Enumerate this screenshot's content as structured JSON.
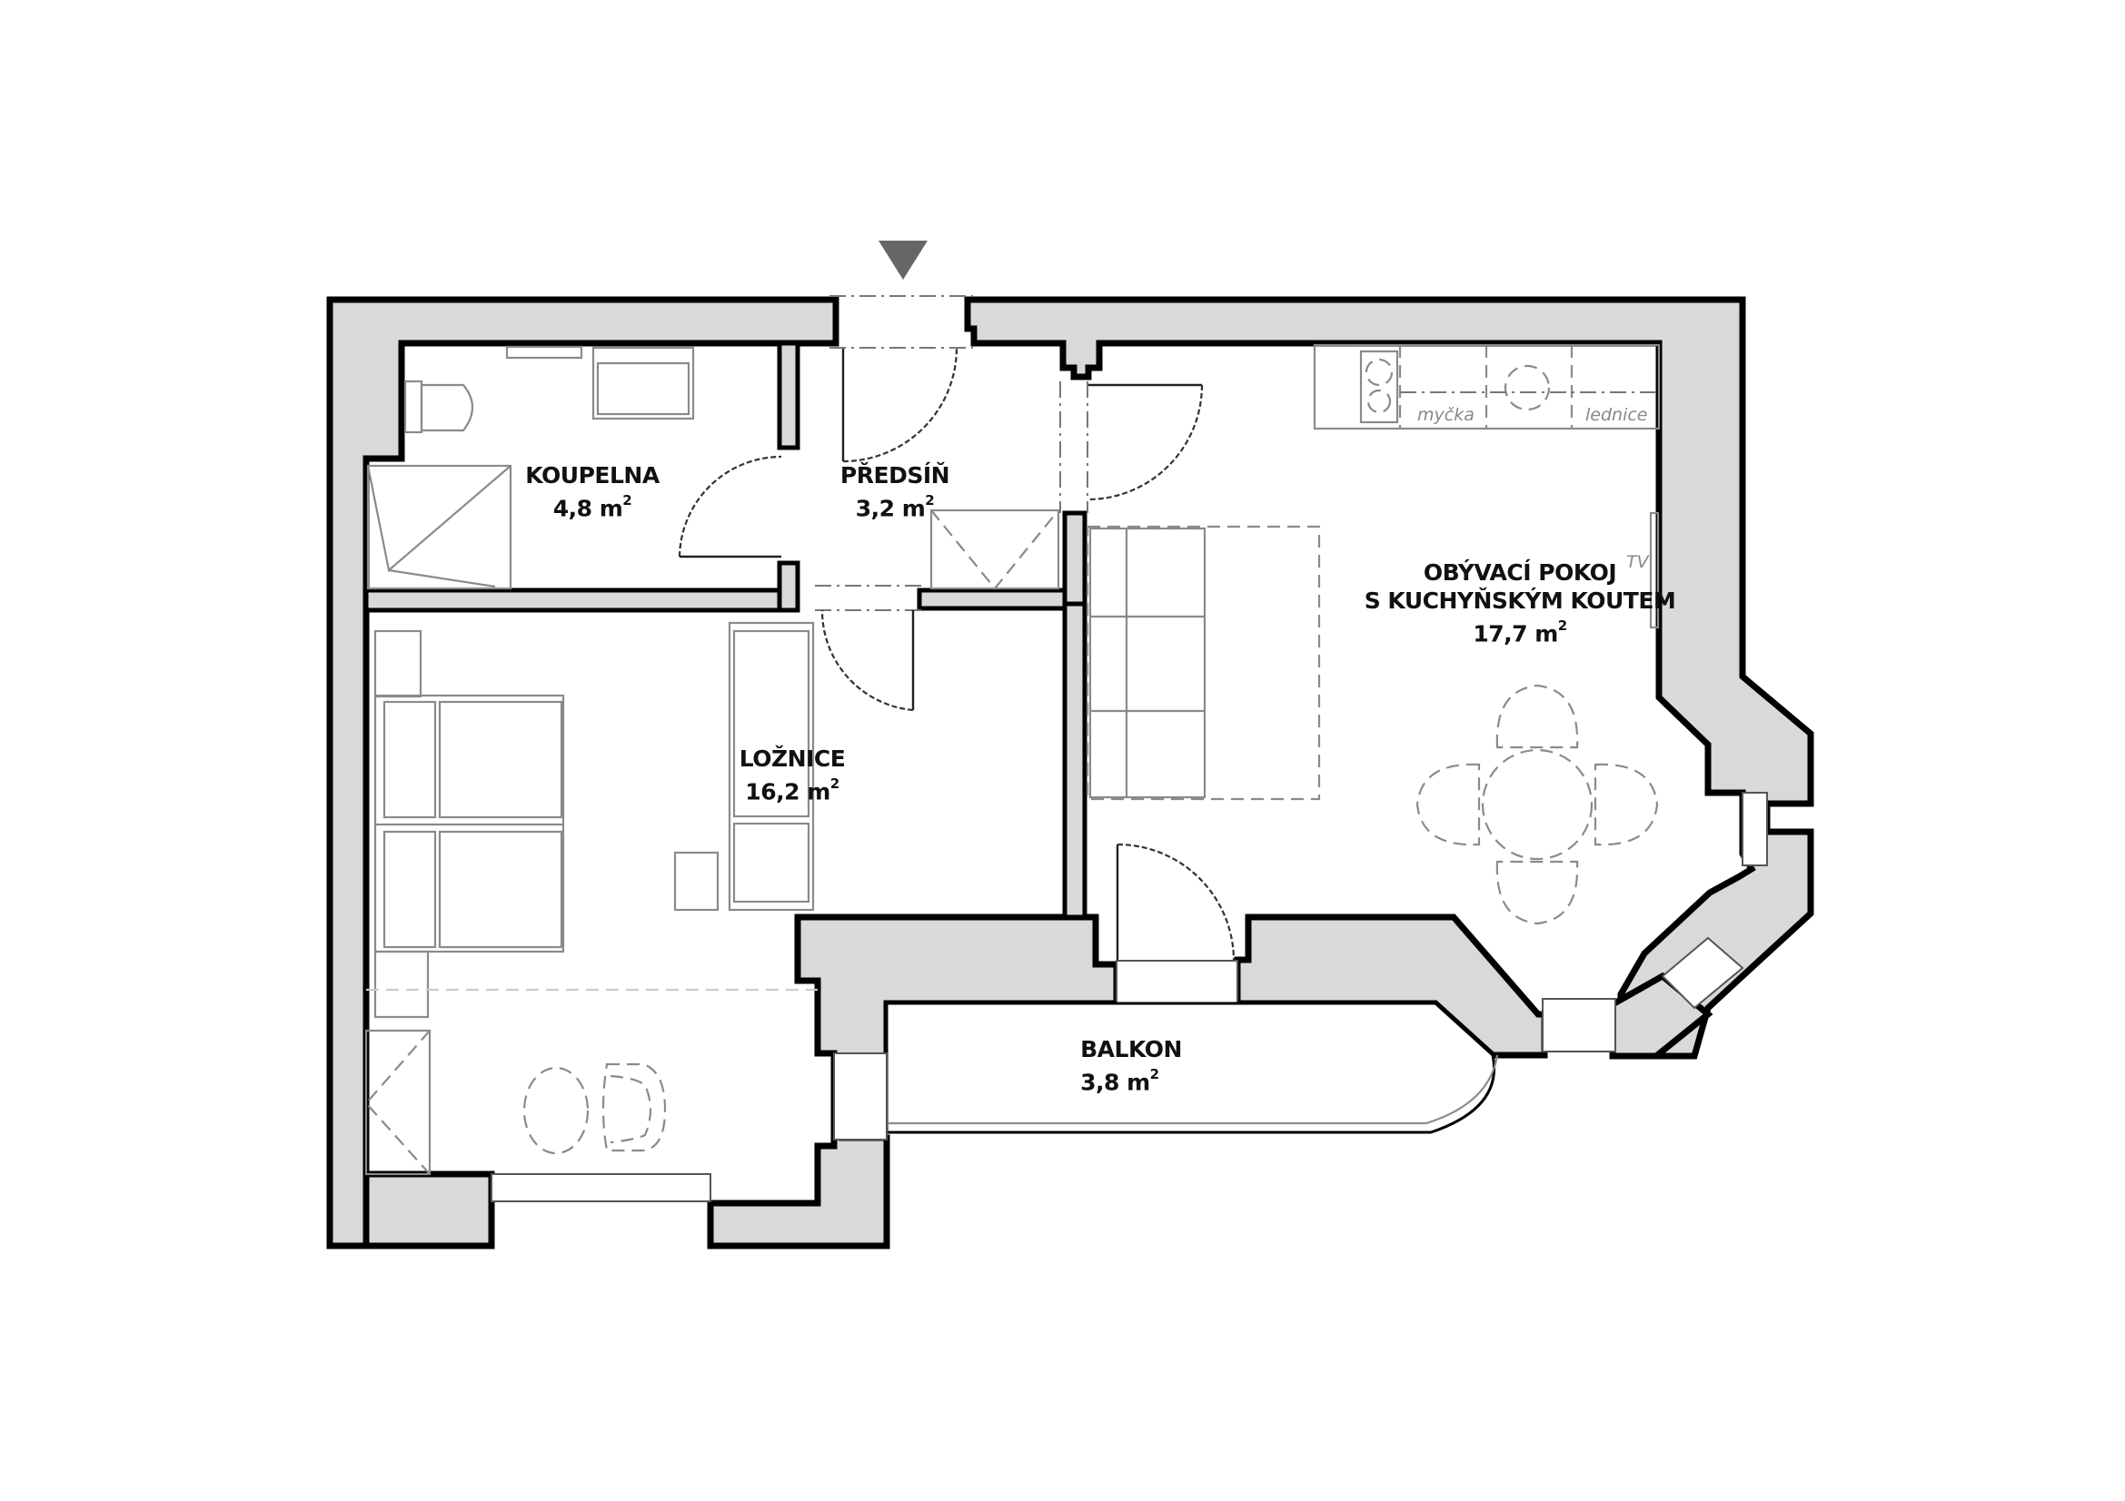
{
  "plan": {
    "entrance_marker": "entrance-arrow",
    "wall_color": "#d9d9d9",
    "outline_color": "#000000",
    "furniture_color": "#8a8a8a",
    "rooms": [
      {
        "id": "koupelna",
        "name": "KOUPELNA",
        "area": "4,8 m",
        "unit_sup": "2"
      },
      {
        "id": "predsin",
        "name": "PŘEDSÍŇ",
        "area": "3,2 m",
        "unit_sup": "2"
      },
      {
        "id": "loznice",
        "name": "LOŽNICE",
        "area": "16,2 m",
        "unit_sup": "2"
      },
      {
        "id": "obyvaci",
        "name_line1": "OBÝVACÍ POKOJ",
        "name_line2": "S KUCHYŇSKÝM KOUTEM",
        "area": "17,7 m",
        "unit_sup": "2"
      },
      {
        "id": "balkon",
        "name": "BALKON",
        "area": "3,8 m",
        "unit_sup": "2"
      }
    ],
    "kitchen_labels": {
      "dishwasher": "myčka",
      "fridge": "lednice"
    },
    "tv_label": "TV"
  }
}
